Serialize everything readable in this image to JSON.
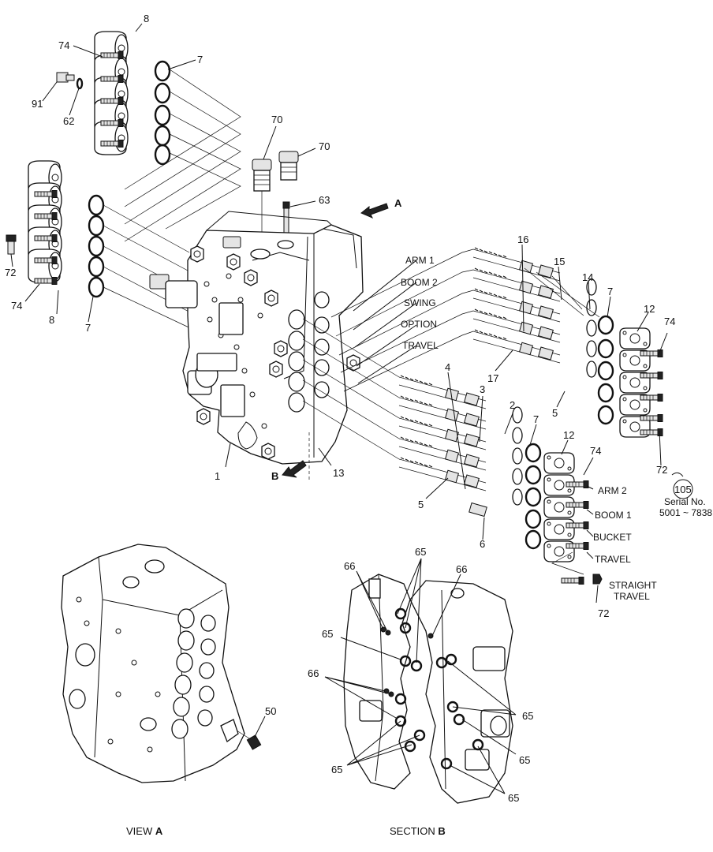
{
  "callouts": {
    "n8a": "8",
    "n74a": "74",
    "n7a": "7",
    "n91": "91",
    "n62": "62",
    "n70a": "70",
    "n70b": "70",
    "n63": "63",
    "arrowA": "A",
    "n72a": "72",
    "n74b": "74",
    "n8b": "8",
    "n7b": "7",
    "n16": "16",
    "n15": "15",
    "n14": "14",
    "n7c": "7",
    "n12a": "12",
    "n74c": "74",
    "n17": "17",
    "n5a": "5",
    "n4": "4",
    "n3": "3",
    "n2": "2",
    "n7d": "7",
    "n12b": "12",
    "n74d": "74",
    "n5b": "5",
    "n6": "6",
    "n1": "1",
    "n13": "13",
    "arrowB": "B",
    "n72b": "72",
    "n72c": "72",
    "n105": "105",
    "n50": "50",
    "n65a": "65",
    "n66a": "66",
    "n66b": "66",
    "n65b": "65",
    "n66c": "66",
    "n65c": "65",
    "n65d": "65",
    "n65e": "65",
    "n65f": "65"
  },
  "spool_labels": {
    "arm1": "ARM 1",
    "boom2": "BOOM 2",
    "swing": "SWING",
    "option": "OPTION",
    "travel": "TRAVEL",
    "arm2": "ARM 2",
    "boom1": "BOOM 1",
    "bucket": "BUCKET",
    "travel2": "TRAVEL",
    "straight1": "STRAIGHT",
    "straight2": "TRAVEL"
  },
  "serial": {
    "line1": "Serial No.",
    "line2": "5001 ~ 7838"
  },
  "captions": {
    "view_prefix": "VIEW ",
    "view_letter": "A",
    "section_prefix": "SECTION ",
    "section_letter": "B"
  }
}
